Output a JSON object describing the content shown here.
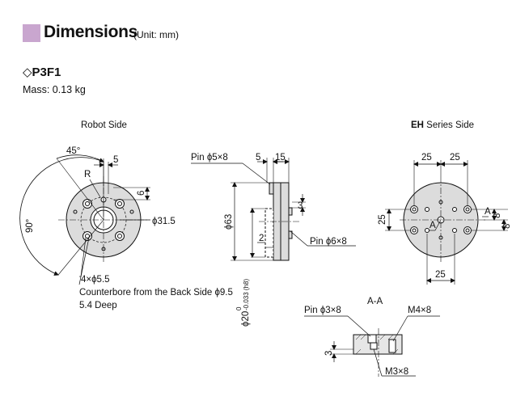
{
  "header": {
    "title": "Dimensions",
    "unit": "(Unit: mm)",
    "marker_color": "#c9a6cf"
  },
  "product": {
    "model": "P3F1",
    "model_prefix": "◇",
    "mass": "Mass: 0.13 kg"
  },
  "robot_side": {
    "label": "Robot Side",
    "angle_45": "45°",
    "angle_90": "90°",
    "dim_5": "5",
    "dim_6": "6",
    "r_label": "R",
    "dia_31_5": "ϕ31.5",
    "holes": "4×ϕ5.5",
    "counterbore": "Counterbore from the Back Side ϕ9.5",
    "depth": "5.4 Deep"
  },
  "side_view": {
    "pin_5": "Pin ϕ5×8",
    "dim_5": "5",
    "dim_15": "15",
    "dim_3": "3",
    "dim_63": "ϕ63",
    "dim_2": "2",
    "pin_6": "Pin ϕ6×8",
    "dia_20": "ϕ20",
    "tol_upper": "0",
    "tol_lower": "-0.033 (h8)"
  },
  "eh_side": {
    "label_bold": "EH",
    "label_rest": " Series Side",
    "dim_top_left": "25",
    "dim_top_right": "25",
    "dim_left": "25",
    "dim_bottom": "25",
    "dim_8a": "8",
    "dim_8b": "8",
    "section_a": "A",
    "section_a2": "A"
  },
  "section_view": {
    "label": "A-A",
    "pin_3": "Pin ϕ3×8",
    "m4": "M4×8",
    "m3": "M3×8",
    "dim_3": "3"
  }
}
